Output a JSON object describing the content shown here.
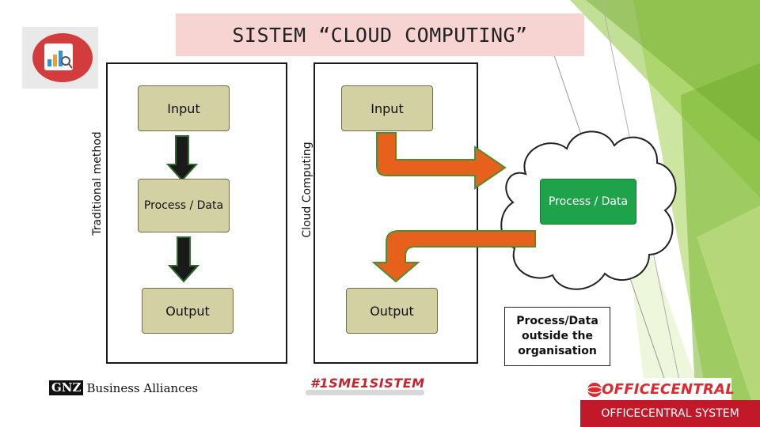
{
  "title": "SISTEM “CLOUD COMPUTING”",
  "traditional": {
    "label": "Traditional method",
    "input": "Input",
    "process": "Process / Data",
    "output": "Output"
  },
  "cloud": {
    "label": "Cloud Computing",
    "input": "Input",
    "process": "Process / Data",
    "output": "Output",
    "note": "Process/Data outside the organisation"
  },
  "branding": {
    "gnz_mark": "GNZ",
    "gnz_text": "Business Alliances",
    "sme_logo": "#1SME1SISTEM",
    "oc_logo": "OFFICECENTRAL",
    "footer": "OFFICECENTRAL SYSTEM"
  },
  "colors": {
    "title_bg": "#f7d3d2",
    "box_fill": "#d3d0a4",
    "process_green": "#1fa34a",
    "arrow_orange": "#e8611c",
    "footer_red": "#c1192a"
  }
}
